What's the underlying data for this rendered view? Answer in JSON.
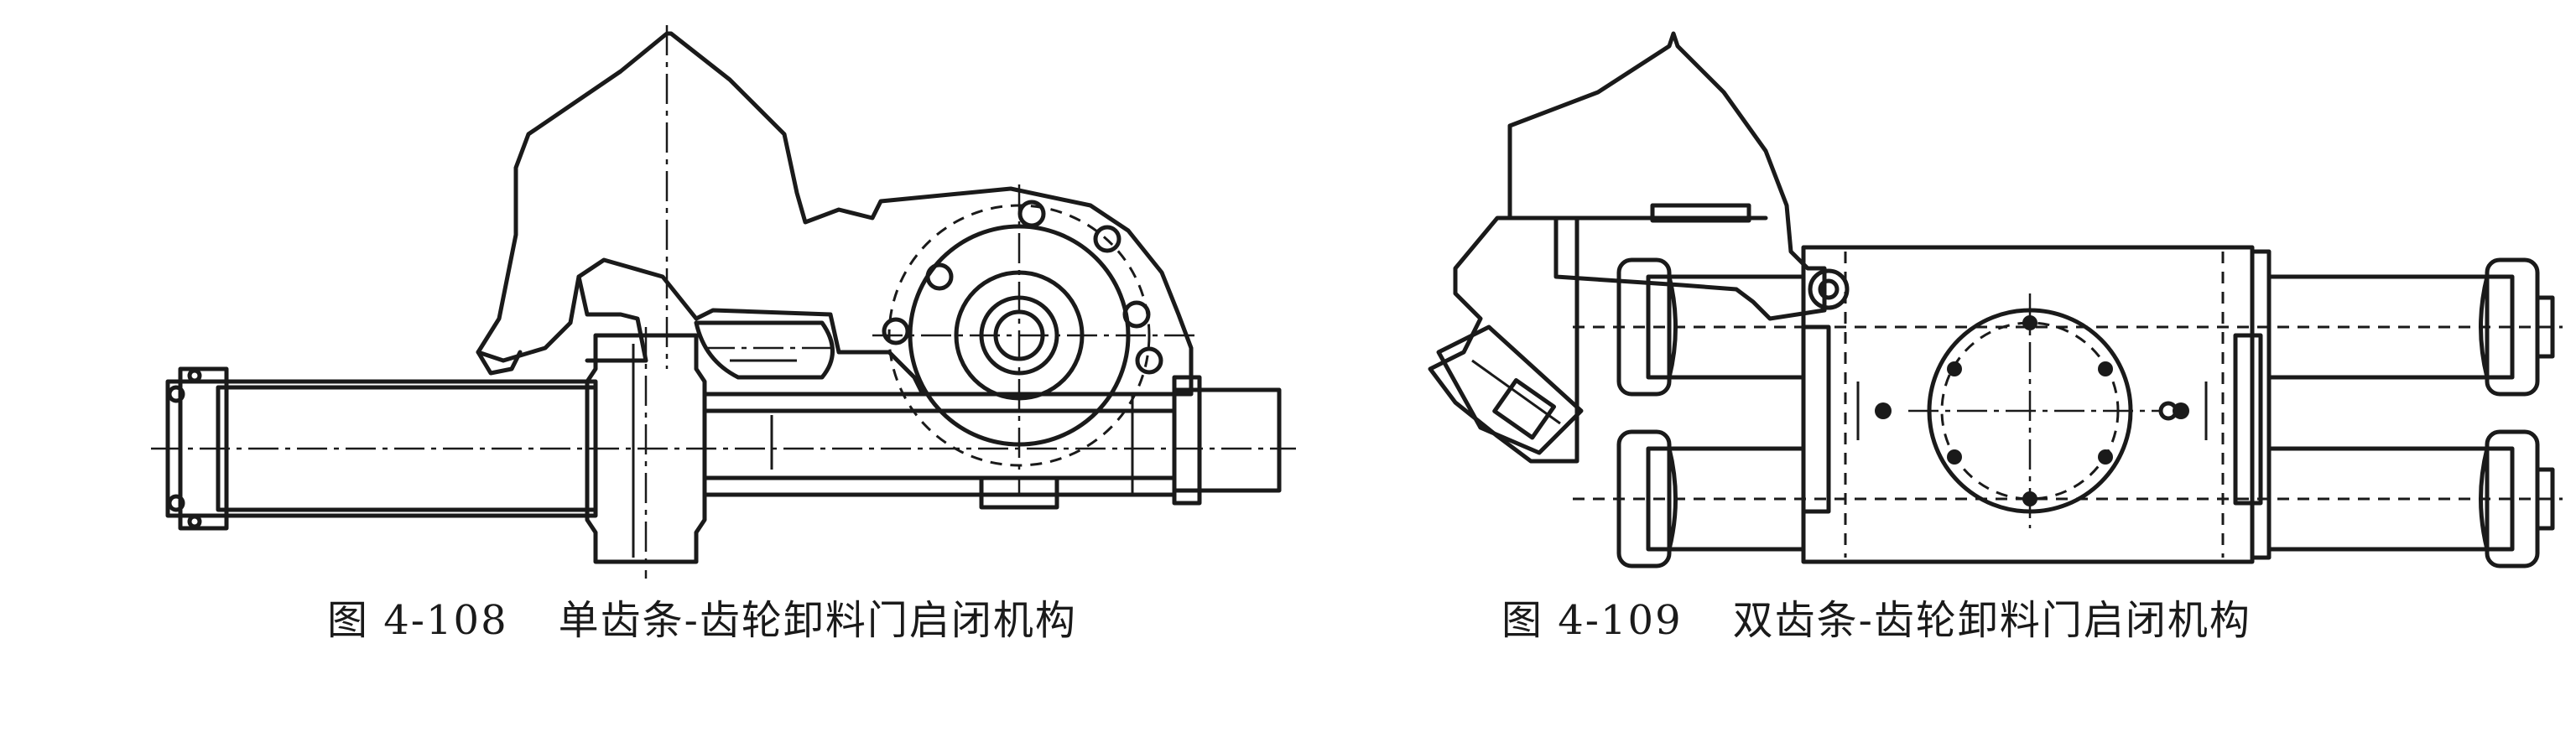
{
  "figures": [
    {
      "id": "fig-4-108",
      "number": "图 4-108",
      "caption": "单齿条-齿轮卸料门启闭机构"
    },
    {
      "id": "fig-4-109",
      "number": "图 4-109",
      "caption": "双齿条-齿轮卸料门启闭机构"
    }
  ],
  "colors": {
    "line": "#1a1a1a",
    "background": "#ffffff"
  }
}
